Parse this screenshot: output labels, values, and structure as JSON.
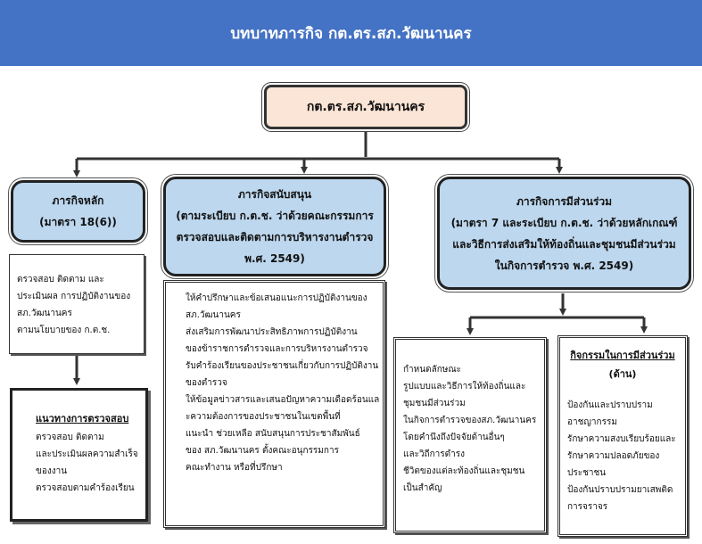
{
  "header": {
    "title": "บทบาทภารกิจ กต.ตร.สภ.วัฒนานคร"
  },
  "root": {
    "label": "กต.ตร.สภ.วัฒนานคร"
  },
  "missions": [
    {
      "lines": [
        "ภารกิจหลัก",
        "(มาตรา 18(6))"
      ]
    },
    {
      "lines": [
        "ภารกิจสนับสนุน",
        "(ตามระเบียบ ก.ต.ช. ว่าด้วยคณะกรรมการ",
        "ตรวจสอบและติดตามการบริหารงานตำรวจ",
        "พ.ศ. 2549)"
      ]
    },
    {
      "lines": [
        "ภารกิจการมีส่วนร่วม",
        "(มาตรา 7 และระเบียบ ก.ต.ช. ว่าด้วยหลักเกณฑ์",
        "และวิธีการส่งเสริมให้ท้องถิ่นและชุมชนมีส่วนร่วม",
        "ในกิจการตำรวจ พ.ศ. 2549)"
      ]
    }
  ],
  "main_detail": {
    "lines": [
      "ตรวจสอบ ติดตาม และ",
      "ประเมินผล การปฏิบัติงานของ",
      "สภ.วัฒนานคร",
      "ตามนโยบายของ ก.ต.ช."
    ]
  },
  "guideline": {
    "title": "แนวทางการตรวจสอบ",
    "lines": [
      "ตรวจสอบ ติดตาม",
      "และประเมินผลความสำเร็จ",
      "ของงาน",
      "ตรวจสอบตามคำร้องเรียน"
    ]
  },
  "support_detail": {
    "lines": [
      "ให้คำปรึกษาและข้อเสนอแนะการปฏิบัติงานของ",
      "สภ.วัฒนานคร",
      "ส่งเสริมการพัฒนาประสิทธิภาพการปฏิบัติงาน",
      "ของข้าราชการตำรวจและการบริหารงานตำรวจ",
      "รับคำร้องเรียนของประชาชนเกี่ยวกับการปฏิบัติงาน",
      "ของตำรวจ",
      "ให้ข้อมูลข่าวสารและเสนอปัญหาความเดือดร้อนแล",
      "ะความต้องการของประชาชนในเขตพื้นที่",
      "แนะนำ ช่วยเหลือ สนับสนุนการประชาสัมพันธ์",
      "ของ สภ.วัฒนานคร ตั้งคณะอนุกรรมการ",
      "คณะทำงาน หรือที่ปรึกษา"
    ]
  },
  "participation_detail": {
    "lines": [
      "กำหนดลักษณะ",
      "รูปแบบและวิธีการให้ท้องถิ่นและ",
      "ชุมชนมีส่วนร่วม",
      "ในกิจการตำรวจของสภ.วัฒนานคร",
      "โดยคำนึงถึงปัจจัยด้านอื่นๆ",
      "และวิถีการดำรง",
      "ชีวิตของแต่ละท้องถิ่นและชุมชน",
      "เป็นสำคัญ"
    ]
  },
  "activities": {
    "title": "กิจกรรมในการมีส่วนร่วม",
    "subtitle": "(ด้าน)",
    "lines": [
      "ป้องกันและปราบปราม",
      "อาชญากรรม",
      "รักษาความสงบเรียบร้อยและ",
      "รักษาความปลอดภัยของ",
      "ประชาชน",
      "ป้องกันปราบปรามยาเสพติด",
      "การจราจร"
    ]
  }
}
